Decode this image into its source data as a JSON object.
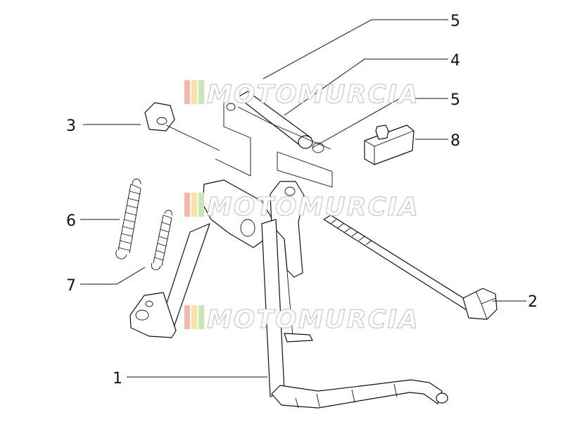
{
  "watermark": {
    "text": "MOTOMURCIA"
  },
  "callouts": [
    {
      "id": "1",
      "label": "1"
    },
    {
      "id": "2",
      "label": "2"
    },
    {
      "id": "3",
      "label": "3"
    },
    {
      "id": "4",
      "label": "4"
    },
    {
      "id": "5a",
      "label": "5"
    },
    {
      "id": "5b",
      "label": "5"
    },
    {
      "id": "6",
      "label": "6"
    },
    {
      "id": "7",
      "label": "7"
    },
    {
      "id": "8",
      "label": "8"
    }
  ],
  "colors": {
    "stroke": "#111111",
    "watermark_stripes": [
      "#f2b8a8",
      "#f6e2a2",
      "#c9e6b8"
    ]
  }
}
